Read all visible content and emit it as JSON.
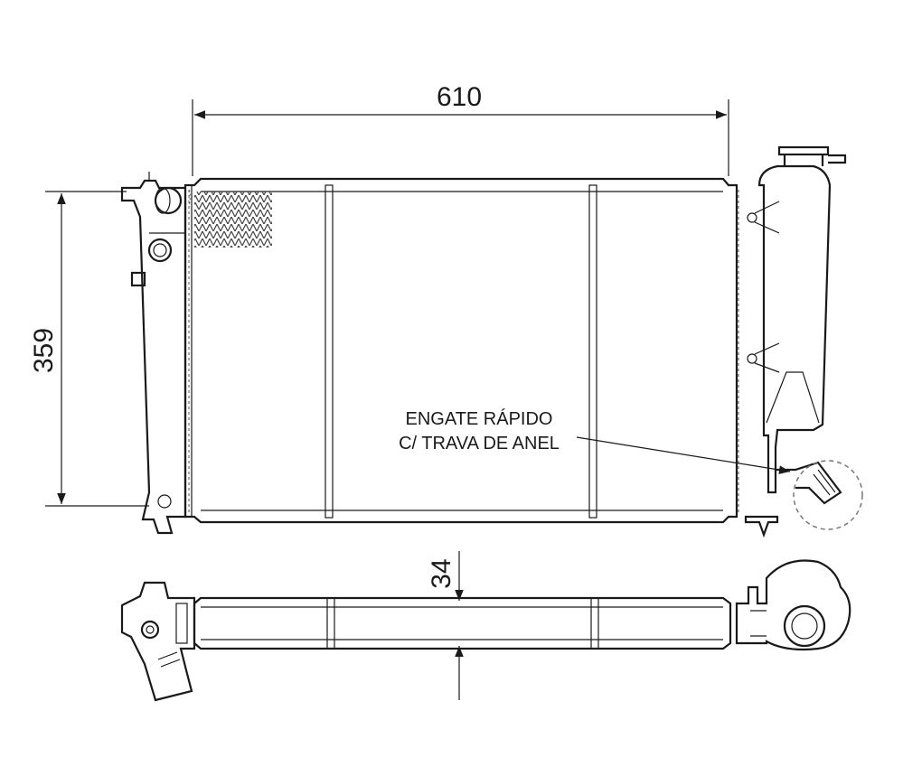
{
  "dimensions": {
    "width": "610",
    "height": "359",
    "thickness": "34"
  },
  "annotation": {
    "line1": "ENGATE RÁPIDO",
    "line2": "C/ TRAVA DE ANEL"
  }
}
